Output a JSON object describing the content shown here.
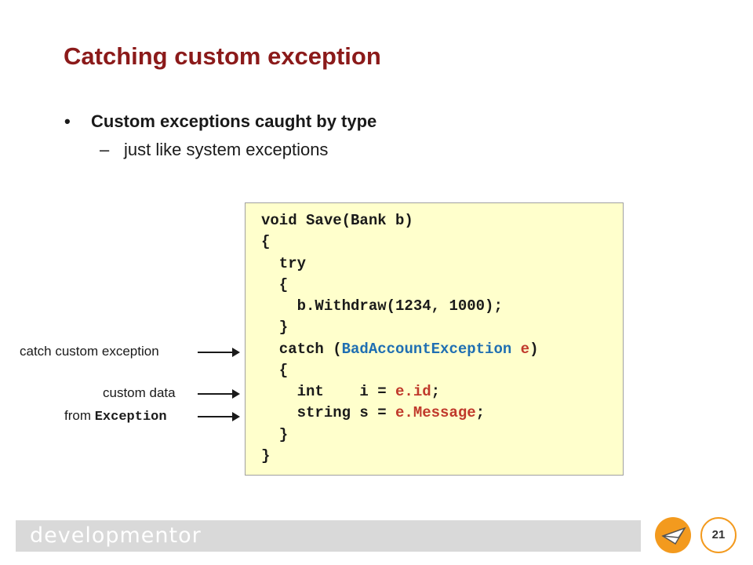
{
  "slide": {
    "title": "Catching custom exception",
    "bullet": "Custom exceptions caught by type",
    "sub_bullet": "just like system exceptions"
  },
  "code": {
    "line1": "void Save(Bank b)",
    "line2": "{",
    "line3": "  try",
    "line4": "  {",
    "line5": "    b.Withdraw(1234, 1000);",
    "line6": "  }",
    "line7_kw": "  catch (",
    "line7_type": "BadAccountException",
    "line7_var": " e",
    "line7_end": ")",
    "line8": "  {",
    "line9_a": "    int    i = ",
    "line9_b": "e.id",
    "line9_c": ";",
    "line10_a": "    string s = ",
    "line10_b": "e.Message",
    "line10_c": ";",
    "line11": "  }",
    "line12": "}"
  },
  "annotations": {
    "catch_label": "catch custom exception",
    "data_label": "custom data",
    "from_label": "from ",
    "from_type": "Exception"
  },
  "footer": {
    "brand": "developmentor",
    "page_number": "21"
  },
  "colors": {
    "title": "#8b1a1a",
    "code_bg": "#ffffcc",
    "keyword_highlight": "#1f6fb2",
    "accent": "#f39a1e"
  }
}
